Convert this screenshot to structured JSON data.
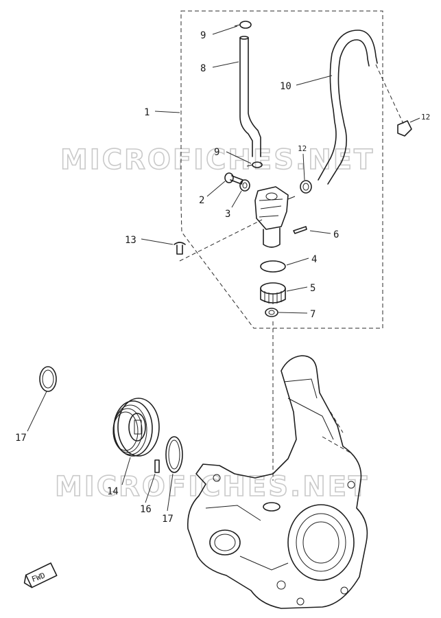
{
  "watermark": "MICROFICHES.NET",
  "fwd_label": "FWD",
  "callouts": {
    "c1": "1",
    "c2": "2",
    "c3": "3",
    "c4": "4",
    "c5": "5",
    "c6": "6",
    "c7": "7",
    "c8": "8",
    "c9a": "9",
    "c9b": "9",
    "c10": "10",
    "c12a": "12",
    "c12b": "12",
    "c13": "13",
    "c14": "14",
    "c16": "16",
    "c17a": "17",
    "c17b": "17"
  }
}
